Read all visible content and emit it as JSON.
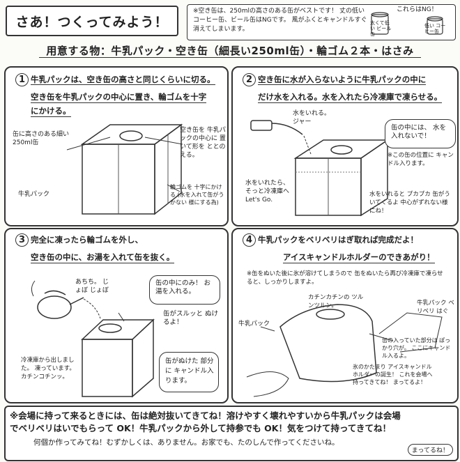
{
  "header": {
    "title": "さあ！つくってみよう！",
    "note": "※空き缶は、250mlの高さのある缶がベストです！ 丈の低いコーヒー缶、ビール缶はNGです。 風がふくとキャンドルすぐ消えてしまいます。",
    "ng_label": "これらはNG！",
    "ng_item_1": "太くて低い ビール缶",
    "ng_item_2": "低い コーヒー缶"
  },
  "materials": "用意する物：牛乳パック・空き缶（細長い250ml缶）・輪ゴム２本・はさみ",
  "steps": [
    {
      "num": "1",
      "line1": "牛乳パックは、空き缶の高さと同じくらいに切る。",
      "line2": "空き缶を牛乳パックの中心に置き、輪ゴムを十字",
      "line3": "にかける。",
      "note_can": "缶に高さのある細い 250ml缶",
      "note_center": "空き缶を 牛乳パックの中心に 置いて形を ととのえる。",
      "note_pack": "牛乳パック",
      "note_rubber": "輪ゴムを 十字にかける (水を入れて缶がうかない 様にする為)"
    },
    {
      "num": "2",
      "line1": "空き缶に水が入らないように牛乳パックの中に",
      "line2": "だけ水を入れる。水を入れたら冷凍庫で凍らせる。",
      "note_water": "水をいれる。 ジャー",
      "note_careful": "缶の中には、 水を入れないで！",
      "note_position": "※この缶の位置に キャンドル入ります。",
      "note_freezer": "水をいれたら、 そっと冷凍庫へ Let's Go.",
      "note_float": "水をいれると プカプカ 缶がういてくるよ 中心がずれない様にね！"
    },
    {
      "num": "3",
      "line1": "完全に凍ったら輪ゴムを外し、",
      "line2": "空き缶の中に、お湯を入れて缶を抜く。",
      "note_hot": "あちち。 じょぼ じょぼ",
      "note_only": "缶の中にのみ！ お湯を入れる。",
      "note_slip": "缶がスルッと ぬけるよ！",
      "note_frozen": "冷凍庫から出しました。 凍っています。 カチンコチンッ。",
      "note_candle": "缶がぬけた 部分に キャンドル入ります。"
    },
    {
      "num": "4",
      "line1": "牛乳パックをベリベリはぎ取れば完成だよ！",
      "line2": "アイスキャンドルホルダーのできあがり！",
      "note_melt": "※缶をぬいた後に氷が溶けてしまうので 缶をぬいたら再び冷凍庫で凍らせると、しっかりしますよ。",
      "note_solid": "カチンカチンの ツルンツルン。",
      "note_peel": "牛乳パック ベリベリ はぐ",
      "note_pack": "牛乳パック",
      "note_hole": "缶の入っていた部分は ぽっかり穴が。 ここにキャンドル入るよ。",
      "note_done": "氷のかたまり アイスキャンドルホルダーの誕生！ これを会場へ持ってきてね！ まってるよ！"
    }
  ],
  "footer": {
    "line1": "※会場に持って来るときには、缶は絶対抜いてきてね！溶けやすく壊れやすいから牛乳パックは会場",
    "line2": "でベリベリはいでもらって OK！牛乳パックから外して持参でも OK！気をつけて持ってきてね！",
    "line3": "何個か作ってみてね！むずかしくは、ありません。お家でも、たのしんで作ってくださいね。",
    "badge": "まってるね！"
  }
}
